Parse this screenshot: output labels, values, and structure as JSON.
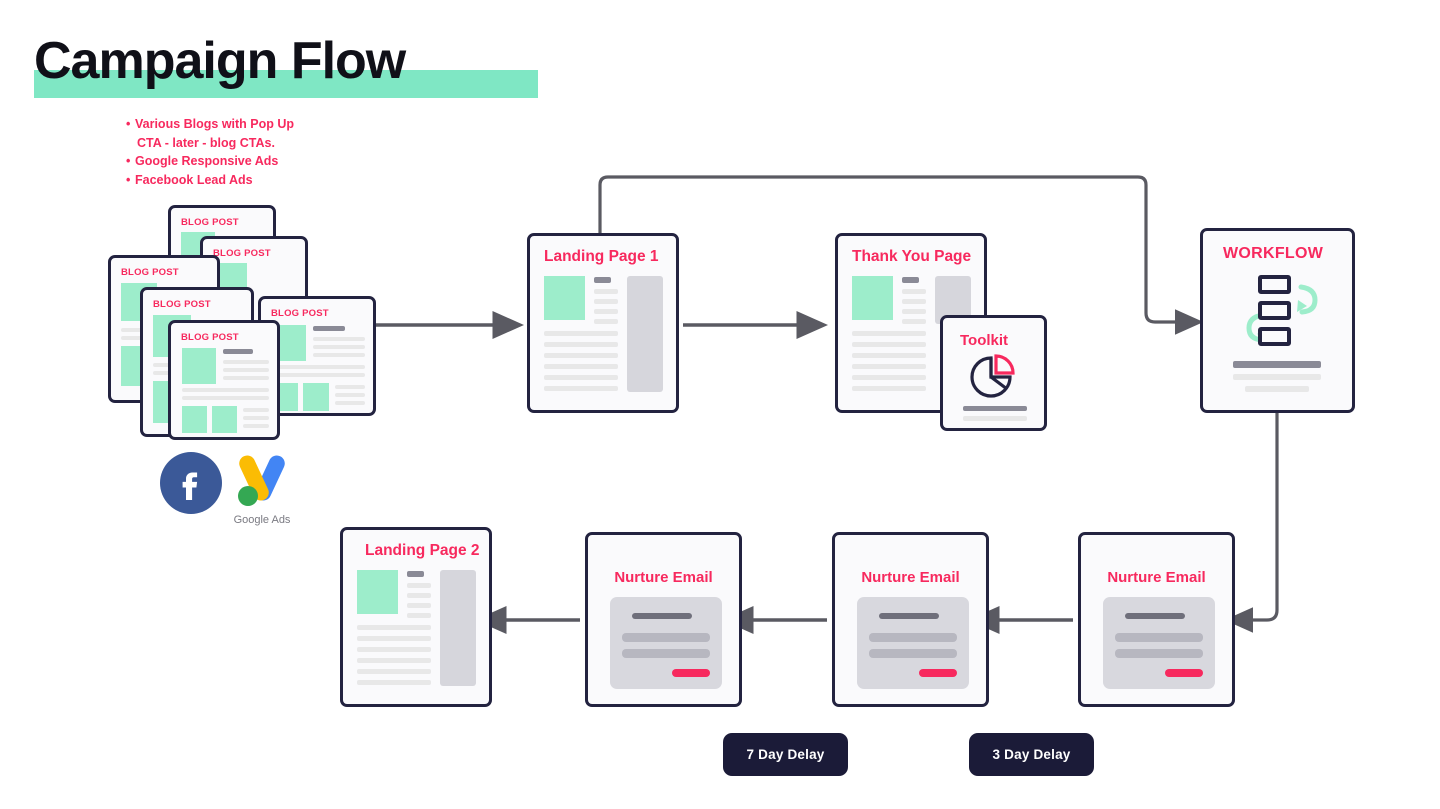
{
  "page": {
    "title": "Campaign Flow",
    "background": "#ffffff"
  },
  "colors": {
    "accent_pink": "#F7295E",
    "mint": "#7FE7C4",
    "mint_block": "#9DEDCB",
    "navy": "#232340",
    "badge_navy": "#1B1B38",
    "arrow_gray": "#5A5A62",
    "line_gray": "#E8E8E8",
    "panel_gray": "#D8D8DE"
  },
  "notes": {
    "bullets": [
      {
        "line1": "Various Blogs with Pop Up",
        "line2": "CTA - later - blog CTAs."
      },
      {
        "line1": "Google Responsive Ads",
        "line2": ""
      },
      {
        "line1": "Facebook Lead Ads",
        "line2": ""
      }
    ]
  },
  "sources": {
    "blog_cards": [
      {
        "label": "BLOG POST"
      },
      {
        "label": "BLOG POST"
      },
      {
        "label": "BLOG POST"
      },
      {
        "label": "BLOG POST"
      },
      {
        "label": "BLOG POST"
      },
      {
        "label": "BLOG POST"
      }
    ],
    "logos": [
      {
        "name": "facebook-logo",
        "label": ""
      },
      {
        "name": "google-ads-logo",
        "label": "Google Ads"
      }
    ]
  },
  "flow": {
    "landing_page_1": {
      "title": "Landing Page 1"
    },
    "thank_you_page": {
      "title": "Thank You Page"
    },
    "toolkit": {
      "title": "Toolkit"
    },
    "workflow": {
      "title": "WORKFLOW"
    },
    "nurture_email_1": {
      "title": "Nurture Email"
    },
    "nurture_email_2": {
      "title": "Nurture Email"
    },
    "nurture_email_3": {
      "title": "Nurture Email"
    },
    "landing_page_2": {
      "title": "Landing Page 2"
    }
  },
  "delays": [
    {
      "label": "7 Day Delay"
    },
    {
      "label": "3 Day Delay"
    }
  ]
}
